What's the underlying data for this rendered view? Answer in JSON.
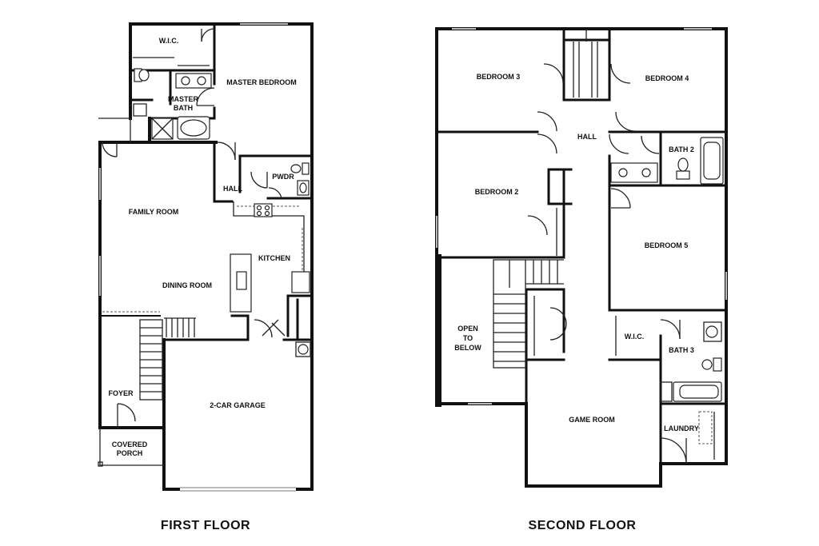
{
  "first_floor": {
    "title": "FIRST FLOOR",
    "rooms": {
      "wic": "W.I.C.",
      "master_bedroom": "MASTER BEDROOM",
      "master_bath_1": "MASTER",
      "master_bath_2": "BATH",
      "hall": "HALL",
      "pwdr": "PWDR",
      "family_room": "FAMILY ROOM",
      "kitchen": "KITCHEN",
      "dining_room": "DINING ROOM",
      "foyer": "FOYER",
      "garage": "2-CAR GARAGE",
      "covered_porch_1": "COVERED",
      "covered_porch_2": "PORCH"
    }
  },
  "second_floor": {
    "title": "SECOND FLOOR",
    "rooms": {
      "bedroom_3": "BEDROOM 3",
      "bedroom_4": "BEDROOM 4",
      "hall": "HALL",
      "bath_2": "BATH 2",
      "bedroom_2": "BEDROOM 2",
      "bedroom_5": "BEDROOM 5",
      "open_1": "OPEN",
      "open_2": "TO",
      "open_3": "BELOW",
      "wic": "W.I.C.",
      "bath_3": "BATH 3",
      "game_room": "GAME ROOM",
      "laundry": "LAUNDRY"
    }
  }
}
